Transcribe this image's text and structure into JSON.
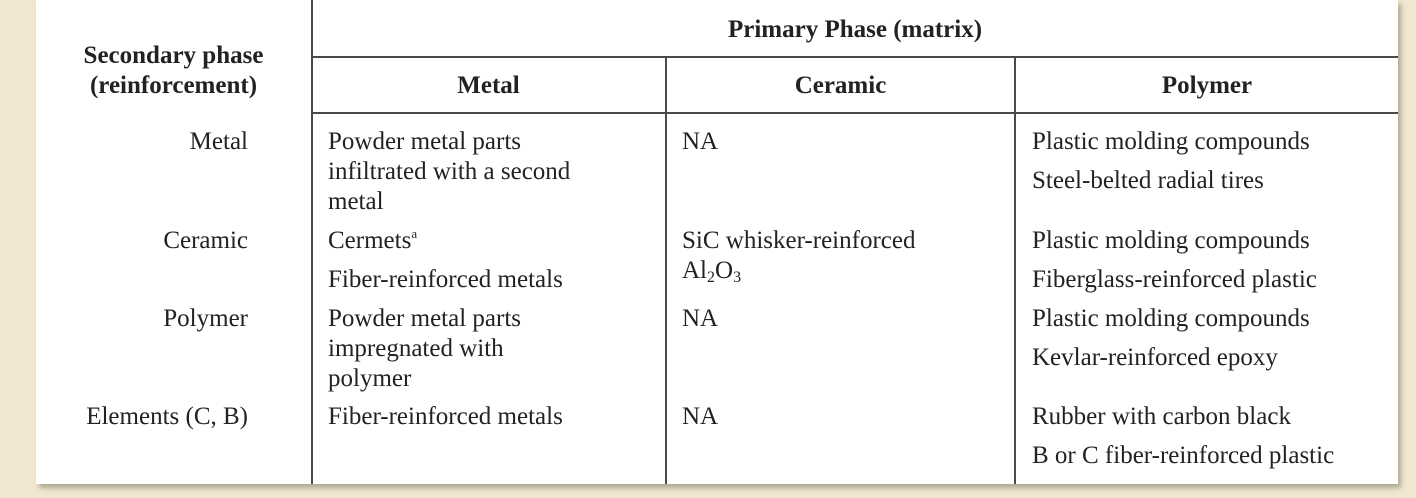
{
  "table": {
    "header": {
      "row_heading_line1": "Secondary phase",
      "row_heading_line2": "(reinforcement)",
      "matrix_heading": "Primary Phase (matrix)",
      "columns": [
        "Metal",
        "Ceramic",
        "Polymer"
      ]
    },
    "rows": [
      {
        "label": "Metal",
        "metal": [
          "Powder metal parts",
          "infiltrated with a second",
          "metal"
        ],
        "ceramic": [
          "NA"
        ],
        "polymer": [
          "Plastic molding compounds",
          "Steel-belted radial tires"
        ]
      },
      {
        "label": "Ceramic",
        "metal": [
          "Cermets",
          "Fiber-reinforced metals"
        ],
        "metal_footnote": "a",
        "ceramic": [
          "SiC whisker-reinforced"
        ],
        "ceramic_formula": {
          "al": "Al",
          "al_sub": "2",
          "o": "O",
          "o_sub": "3"
        },
        "polymer": [
          "Plastic molding compounds",
          "Fiberglass-reinforced plastic"
        ]
      },
      {
        "label": "Polymer",
        "metal": [
          "Powder metal parts",
          "impregnated with",
          "polymer"
        ],
        "ceramic": [
          "NA"
        ],
        "polymer": [
          "Plastic molding compounds",
          "Kevlar-reinforced epoxy"
        ]
      },
      {
        "label": "Elements (C, B)",
        "metal": [
          "Fiber-reinforced metals"
        ],
        "ceramic": [
          "NA"
        ],
        "polymer": [
          "Rubber with carbon black",
          "B or C fiber-reinforced plastic"
        ]
      }
    ]
  }
}
